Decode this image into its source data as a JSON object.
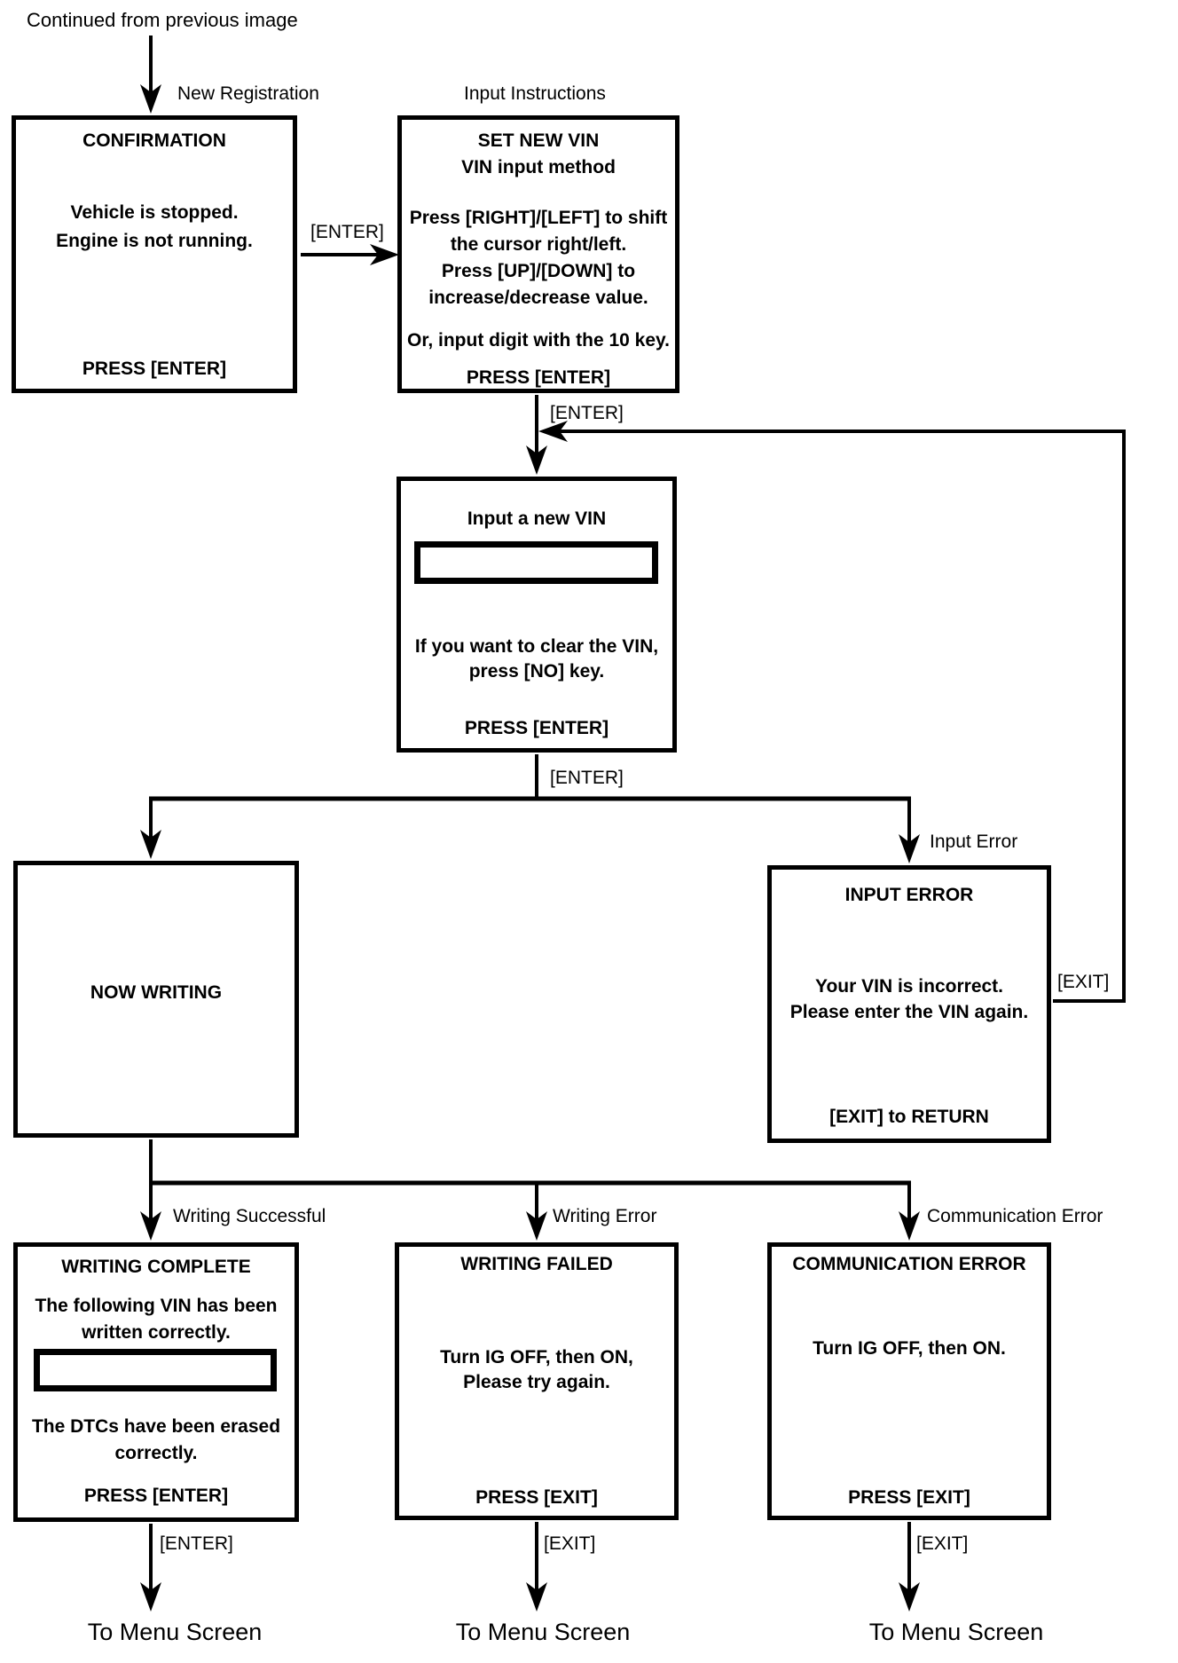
{
  "diagram": {
    "continued_label": "Continued from previous image",
    "to_menu_left": "To Menu Screen",
    "to_menu_middle": "To Menu Screen",
    "to_menu_right": "To Menu Screen"
  },
  "flow_labels": {
    "new_registration": "New Registration",
    "input_instructions": "Input Instructions",
    "input_error": "Input Error",
    "writing_successful": "Writing Successful",
    "writing_error": "Writing Error",
    "communication_error": "Communication Error"
  },
  "edge_labels": {
    "confirmation_to_instructions": "[ENTER]",
    "instructions_to_input": "[ENTER]",
    "input_to_result": "[ENTER]",
    "input_error_return": "[EXIT]",
    "complete_to_menu": "[ENTER]",
    "failed_to_menu": "[EXIT]",
    "comm_error_to_menu": "[EXIT]"
  },
  "nodes": {
    "confirmation": {
      "title": "CONFIRMATION",
      "body": [
        "Vehicle is stopped.",
        "Engine is not running."
      ],
      "footer": "PRESS [ENTER]"
    },
    "input_instructions": {
      "title": "SET NEW VIN",
      "subtitle": "VIN input method",
      "body": [
        "Press [RIGHT]/[LEFT] to shift",
        "the cursor right/left.",
        "Press [UP]/[DOWN] to",
        "increase/decrease value."
      ],
      "note": "Or, input digit with the 10 key.",
      "footer": "PRESS [ENTER]"
    },
    "input_new_vin": {
      "title": "Input a new VIN",
      "vin_field_value": "",
      "body": [
        "If you want to clear the VIN,",
        "press [NO] key."
      ],
      "footer": "PRESS [ENTER]"
    },
    "now_writing": {
      "title": "NOW WRITING"
    },
    "input_error": {
      "title": "INPUT ERROR",
      "body": [
        "Your VIN is incorrect.",
        "Please enter the VIN again."
      ],
      "footer": "[EXIT] to RETURN"
    },
    "writing_complete": {
      "title": "WRITING COMPLETE",
      "body_top": [
        "The following VIN has been",
        "written correctly."
      ],
      "vin_field_value": "",
      "body_bottom": [
        "The DTCs have been erased",
        "correctly."
      ],
      "footer": "PRESS [ENTER]"
    },
    "writing_failed": {
      "title": "WRITING FAILED",
      "body": [
        "Turn IG OFF, then ON,",
        "Please try again."
      ],
      "footer": "PRESS [EXIT]"
    },
    "communication_error": {
      "title": "COMMUNICATION ERROR",
      "body": [
        "Turn IG OFF, then ON."
      ],
      "footer": "PRESS [EXIT]"
    }
  },
  "colors": {
    "ink": "#000000",
    "background": "#ffffff"
  }
}
